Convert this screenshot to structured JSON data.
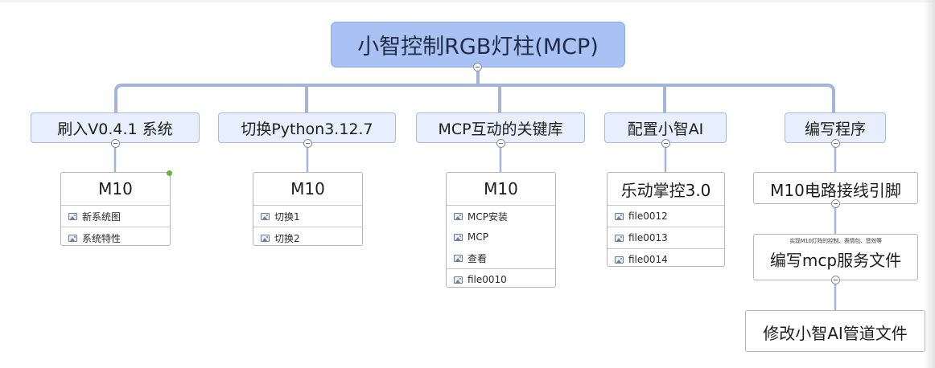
{
  "root": {
    "label": "小智控制RGB灯柱(MCP)"
  },
  "branches": [
    {
      "label": "刷入V0.4.1 系统"
    },
    {
      "label": "切换Python3.12.7"
    },
    {
      "label": "MCP互动的关键库"
    },
    {
      "label": "配置小智AI"
    },
    {
      "label": "编写程序"
    }
  ],
  "leaves": {
    "flash": {
      "title": "M10",
      "rows": [
        "新系统图",
        "系统特性"
      ]
    },
    "python": {
      "title": "M10",
      "rows": [
        "切换1",
        "切换2"
      ]
    },
    "mcp": {
      "title": "M10",
      "rows": [
        "MCP安装",
        "MCP",
        "查看",
        "file0010"
      ]
    },
    "config": {
      "title": "乐动掌控3.0",
      "rows": [
        "file0012",
        "file0013",
        "file0014"
      ]
    },
    "program": [
      {
        "title": "M10电路接线引脚",
        "note": ""
      },
      {
        "title": "编写mcp服务文件",
        "note": "实现M10灯阵的控制、表情包、音效等"
      },
      {
        "title": "修改小智AI管道文件",
        "note": ""
      }
    ]
  },
  "colors": {
    "root_fill": "#a9c1f3",
    "branch_fill": "#e7effc",
    "connector": "#a3b5d9"
  }
}
